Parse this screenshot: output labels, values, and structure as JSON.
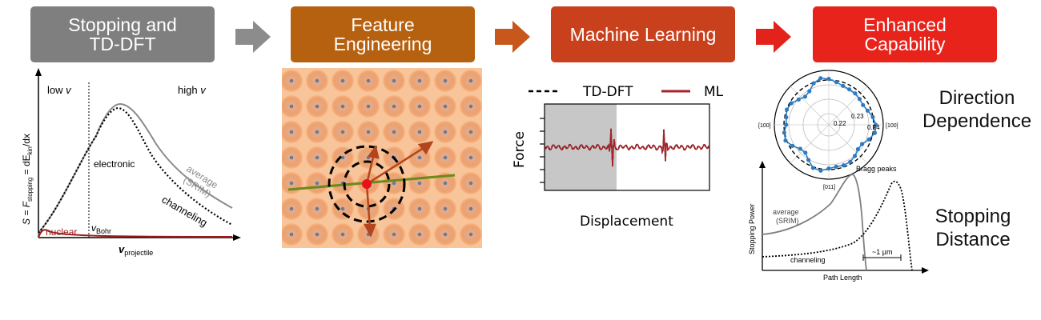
{
  "steps": [
    {
      "label": "Stopping and\nTD-DFT",
      "color": "#7f7f7f"
    },
    {
      "label": "Feature\nEngineering",
      "color": "#b6610f"
    },
    {
      "label": "Machine Learning",
      "color": "#c9401c"
    },
    {
      "label": "Enhanced\nCapability",
      "color": "#e8231b"
    }
  ],
  "arrow_colors": [
    "#8c8c8c",
    "#c7571a",
    "#e3231b"
  ],
  "stopping_plot": {
    "region_low": "low",
    "region_high": "high",
    "v_symbol": "v",
    "y_axis": {
      "prefix": "S = F",
      "sub1": "stopping",
      "mid": " = dE",
      "sub2": "kin",
      "suffix": "/dx"
    },
    "x_axis": {
      "main": "v",
      "sub": "projectile"
    },
    "vbohr": {
      "main": "v",
      "sub": "Bohr"
    },
    "electronic": "electronic",
    "average": "average\n(SRIM)",
    "channeling": "channeling",
    "nuclear": "nuclear"
  },
  "ml_plot": {
    "legend_tddft": "TD-DFT",
    "legend_ml": "ML",
    "ylabel": "Force",
    "xlabel": "Displacement"
  },
  "polar_plot": {
    "r_labels": [
      "0.24",
      "0.23",
      "0.22"
    ],
    "dir_left": "[100]",
    "dir_right": "[100]",
    "dir_bottom": "[011]"
  },
  "distance_plot": {
    "ylabel": "Stopping Power",
    "xlabel": "Path Length",
    "bragg": "Bragg peaks",
    "average": "average\n(SRIM)",
    "channeling": "channeling",
    "scale": "~1 µm"
  },
  "capabilities": {
    "direction": "Direction\nDependence",
    "distance": "Stopping\nDistance"
  }
}
